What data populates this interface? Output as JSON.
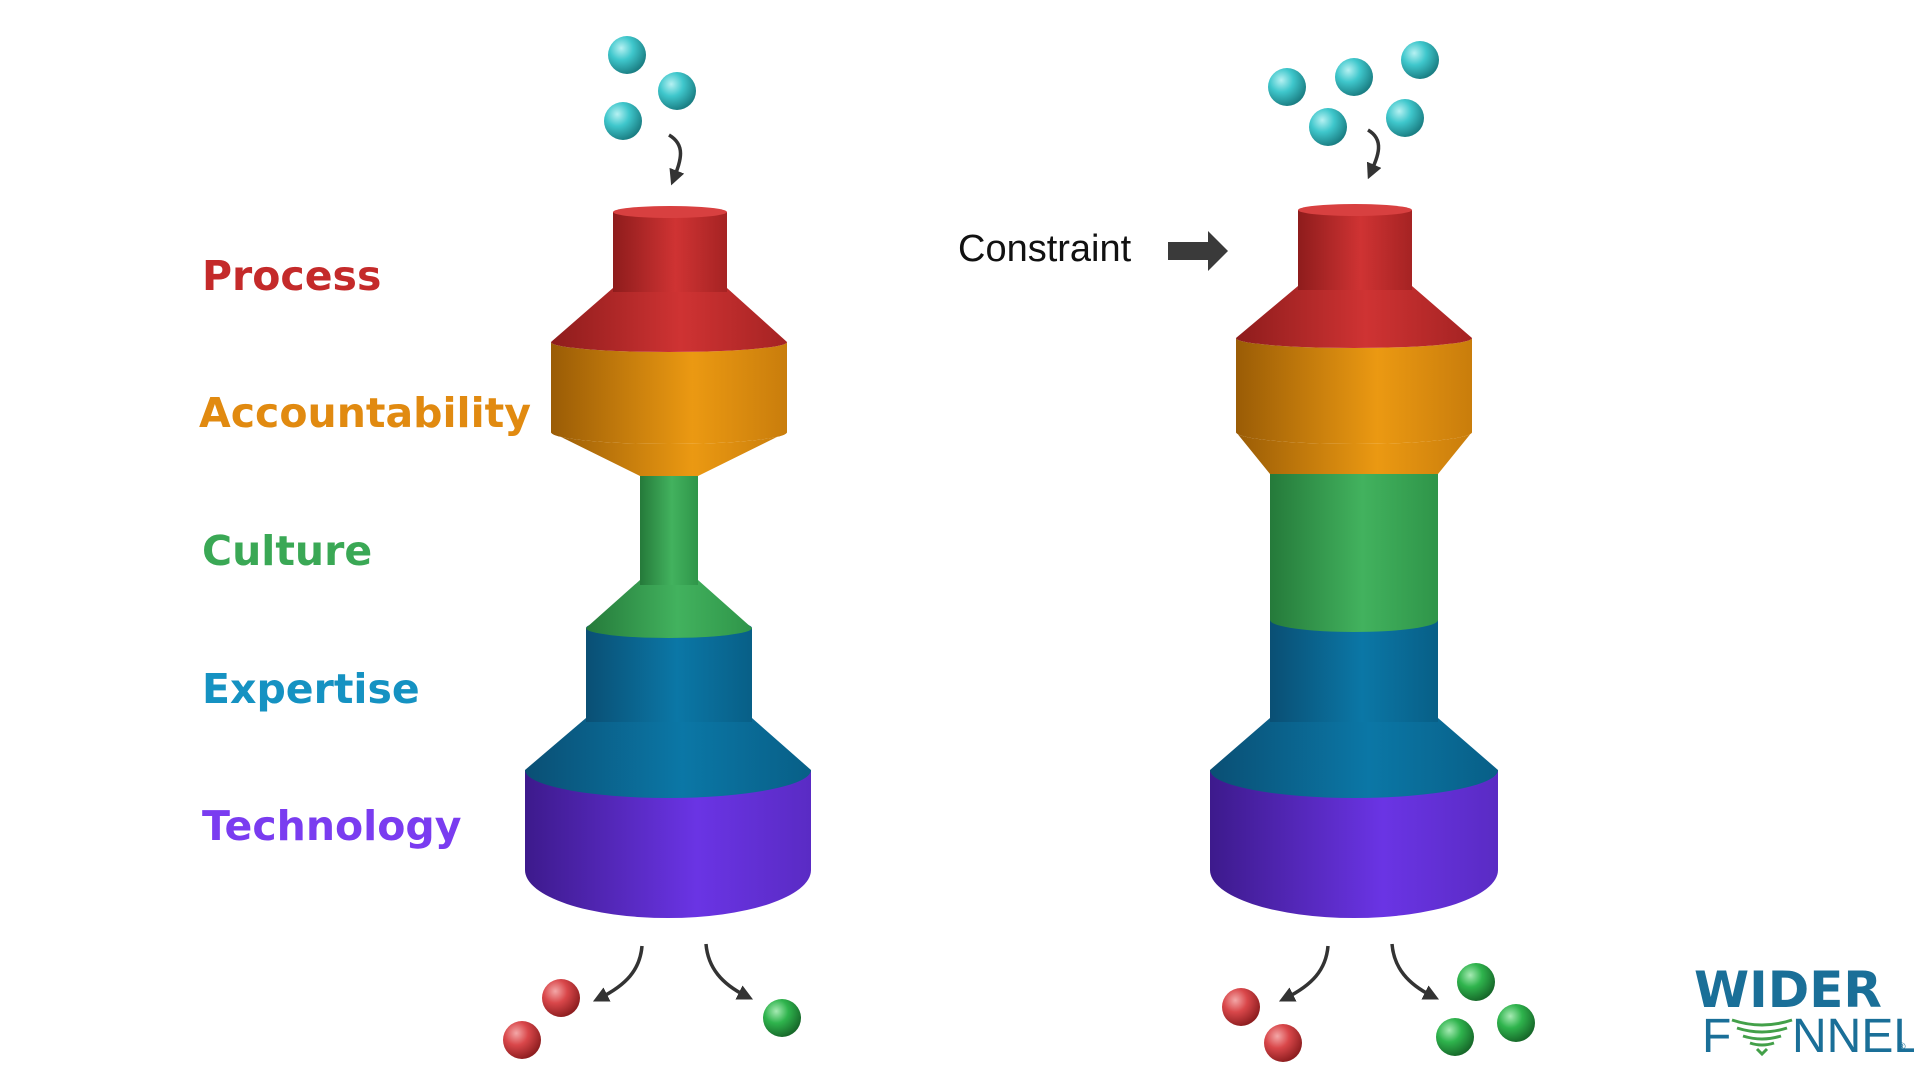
{
  "labels": {
    "process": "Process",
    "accountability": "Accountability",
    "culture": "Culture",
    "expertise": "Expertise",
    "technology": "Technology"
  },
  "constraint_label": "Constraint",
  "logo": {
    "top": "WIDER",
    "bottom_left": "F",
    "bottom_right": "NNEL",
    "mark": "®"
  },
  "colors": {
    "process": "#c42a2a",
    "accountability": "#e18a10",
    "culture": "#3aa855",
    "expertise": "#0a6f9e",
    "technology": "#6230d8",
    "label_expertise": "#1592c2",
    "label_technology": "#7a3cf0",
    "input_ball": "#3fc7cc",
    "output_red": "#d9474a",
    "output_green": "#2fb44d",
    "arrow": "#333333",
    "logo": "#1a6f98"
  }
}
